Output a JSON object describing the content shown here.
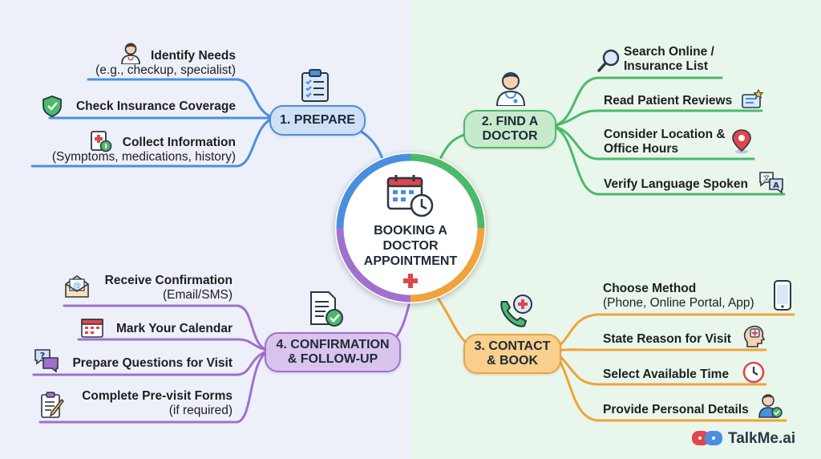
{
  "center": {
    "lines": [
      "BOOKING A",
      "DOCTOR",
      "APPOINTMENT"
    ]
  },
  "branches": {
    "prepare": {
      "label": "1. PREPARE",
      "color": "#4a8fde",
      "fill": "#cfe0f6"
    },
    "find": {
      "label_lines": [
        "2. FIND A",
        "DOCTOR"
      ],
      "color": "#4cba6a",
      "fill": "#c7eacc"
    },
    "contact": {
      "label_lines": [
        "3. CONTACT",
        "& BOOK"
      ],
      "color": "#f0a33a",
      "fill": "#f9cf8e"
    },
    "confirm": {
      "label_lines": [
        "4. CONFIRMATION",
        "& FOLLOW-UP"
      ],
      "color": "#a070cf",
      "fill": "#d9c4ee"
    }
  },
  "prepare_items": [
    {
      "title": "Identify Needs",
      "sub": "(e.g., checkup, specialist)",
      "icon": "doctor-icon"
    },
    {
      "title": "Check Insurance Coverage",
      "icon": "shield-check-icon"
    },
    {
      "title": "Collect Information",
      "sub": "(Symptoms, medications, history)",
      "icon": "medical-record-icon"
    }
  ],
  "find_items": [
    {
      "title_lines": [
        "Search Online /",
        "Insurance List"
      ],
      "icon": "magnifier-icon"
    },
    {
      "title": "Read Patient Reviews",
      "icon": "review-icon"
    },
    {
      "title_lines": [
        "Consider Location &",
        "Office Hours"
      ],
      "icon": "location-pin-icon"
    },
    {
      "title": "Verify Language Spoken",
      "icon": "translate-icon"
    }
  ],
  "contact_items": [
    {
      "title": "Choose Method",
      "sub": "(Phone, Online Portal, App)",
      "icon": "smartphone-icon"
    },
    {
      "title": "State Reason for Visit",
      "icon": "head-medical-icon"
    },
    {
      "title": "Select Available Time",
      "icon": "clock-icon"
    },
    {
      "title": "Provide Personal Details",
      "icon": "user-check-icon"
    }
  ],
  "confirm_items": [
    {
      "title": "Receive Confirmation",
      "sub": "(Email/SMS)",
      "icon": "email-icon"
    },
    {
      "title": "Mark Your Calendar",
      "icon": "calendar-icon"
    },
    {
      "title": "Prepare Questions for Visit",
      "icon": "chat-question-icon"
    },
    {
      "title": "Complete Pre-visit Forms",
      "sub": "(if required)",
      "icon": "clipboard-pen-icon"
    }
  ],
  "brand": {
    "name": "TalkMe.ai"
  }
}
